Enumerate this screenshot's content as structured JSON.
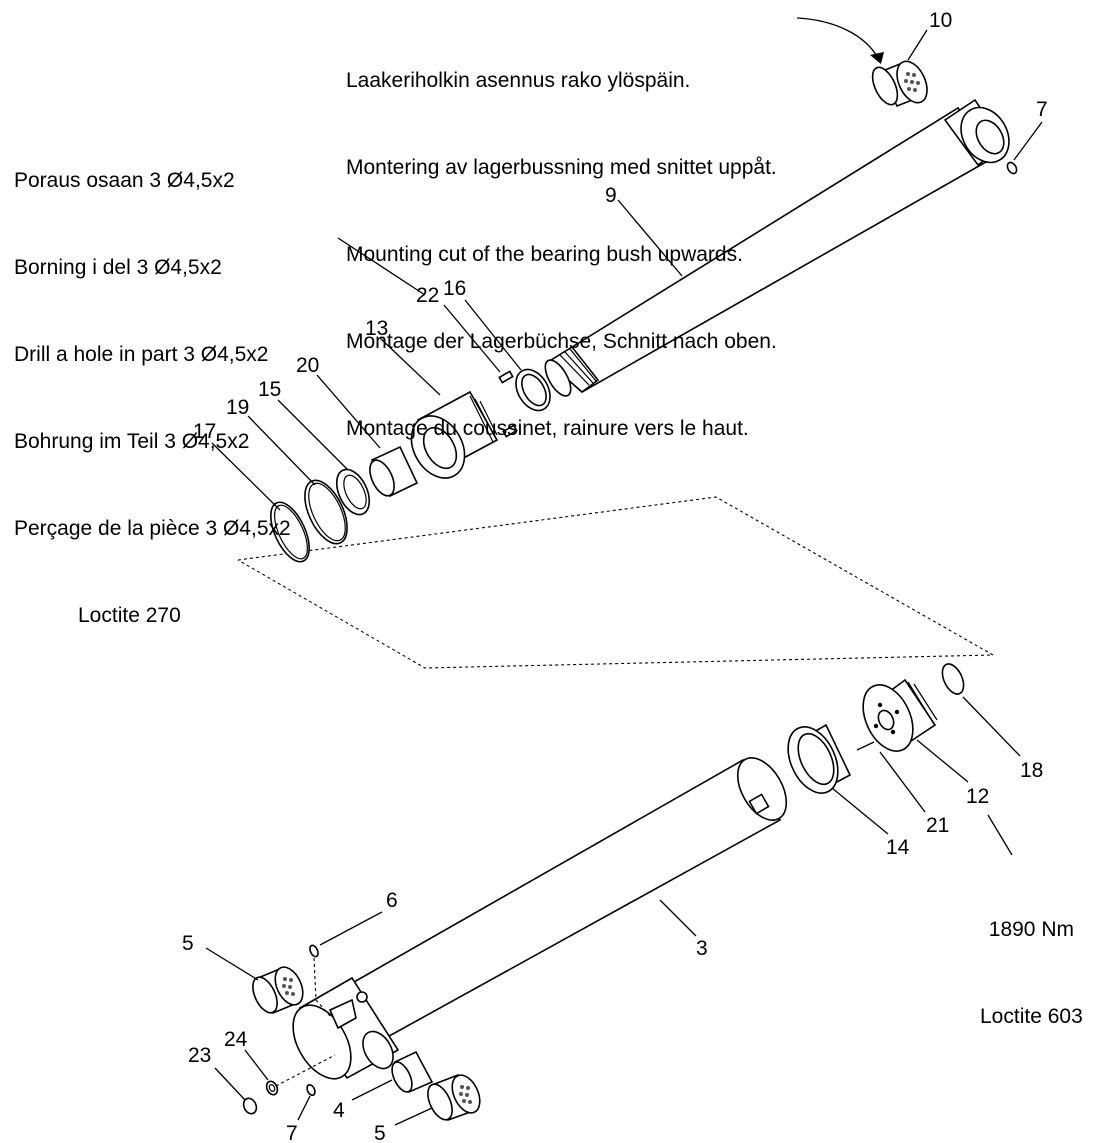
{
  "bearing_note": {
    "lines": [
      "Laakeriholkin asennus rako ylöspäin.",
      "Montering av lagerbussning med snittet uppåt.",
      "Mounting cut of the bearing bush upwards.",
      "Montage der Lagerbüchse, Schnitt nach oben.",
      "Montage du coussinet, rainure vers le haut."
    ]
  },
  "drill_note": {
    "lines": [
      "Poraus osaan 3 Ø4,5x2",
      "Borning i del 3 Ø4,5x2",
      "Drill a hole in part 3 Ø4,5x2",
      "Bohrung im Teil 3 Ø4,5x2",
      "Perçage de la pièce 3 Ø4,5x2",
      "Loctite 270"
    ]
  },
  "torque_note": {
    "lines": [
      "1890 Nm",
      "Loctite 603"
    ]
  },
  "callouts": {
    "c10": "10",
    "c7a": "7",
    "c9": "9",
    "c22": "22",
    "c16": "16",
    "c13": "13",
    "c20": "20",
    "c15": "15",
    "c19": "19",
    "c17": "17",
    "c18": "18",
    "c12": "12",
    "c21": "21",
    "c14": "14",
    "c3": "3",
    "c6": "6",
    "c5a": "5",
    "c23": "23",
    "c24": "24",
    "c4": "4",
    "c7b": "7",
    "c5b": "5"
  }
}
